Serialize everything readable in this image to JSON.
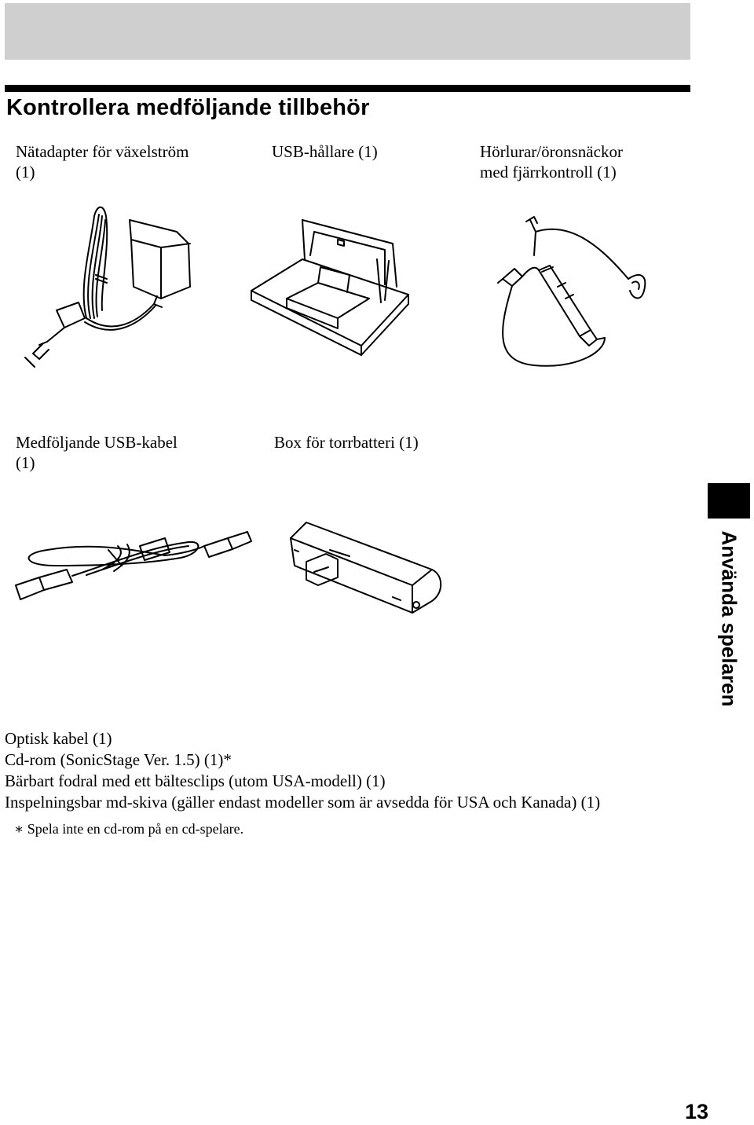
{
  "page": {
    "heading": "Kontrollera medföljande tillbehör",
    "side_tab": "Använda spelaren",
    "page_number": "13"
  },
  "items": {
    "ac_adapter": {
      "line1": "Nätadapter för växelström",
      "line2": "(1)"
    },
    "usb_cradle": {
      "line1": "USB-hållare (1)"
    },
    "headphones": {
      "line1": "Hörlurar/öronsnäckor",
      "line2": "med fjärrkontroll (1)"
    },
    "usb_cable": {
      "line1": "Medföljande USB-kabel",
      "line2": "(1)"
    },
    "battery_case": {
      "line1": "Box för torrbatteri (1)"
    }
  },
  "list": [
    "Optisk kabel (1)",
    "Cd-rom (SonicStage Ver. 1.5) (1)*",
    "Bärbart fodral med ett bältesclips (utom USA-modell) (1)",
    "Inspelningsbar md-skiva (gäller endast modeller som är avsedda för USA och Kanada) (1)"
  ],
  "footnote": "∗ Spela inte en cd-rom på en cd-spelare."
}
